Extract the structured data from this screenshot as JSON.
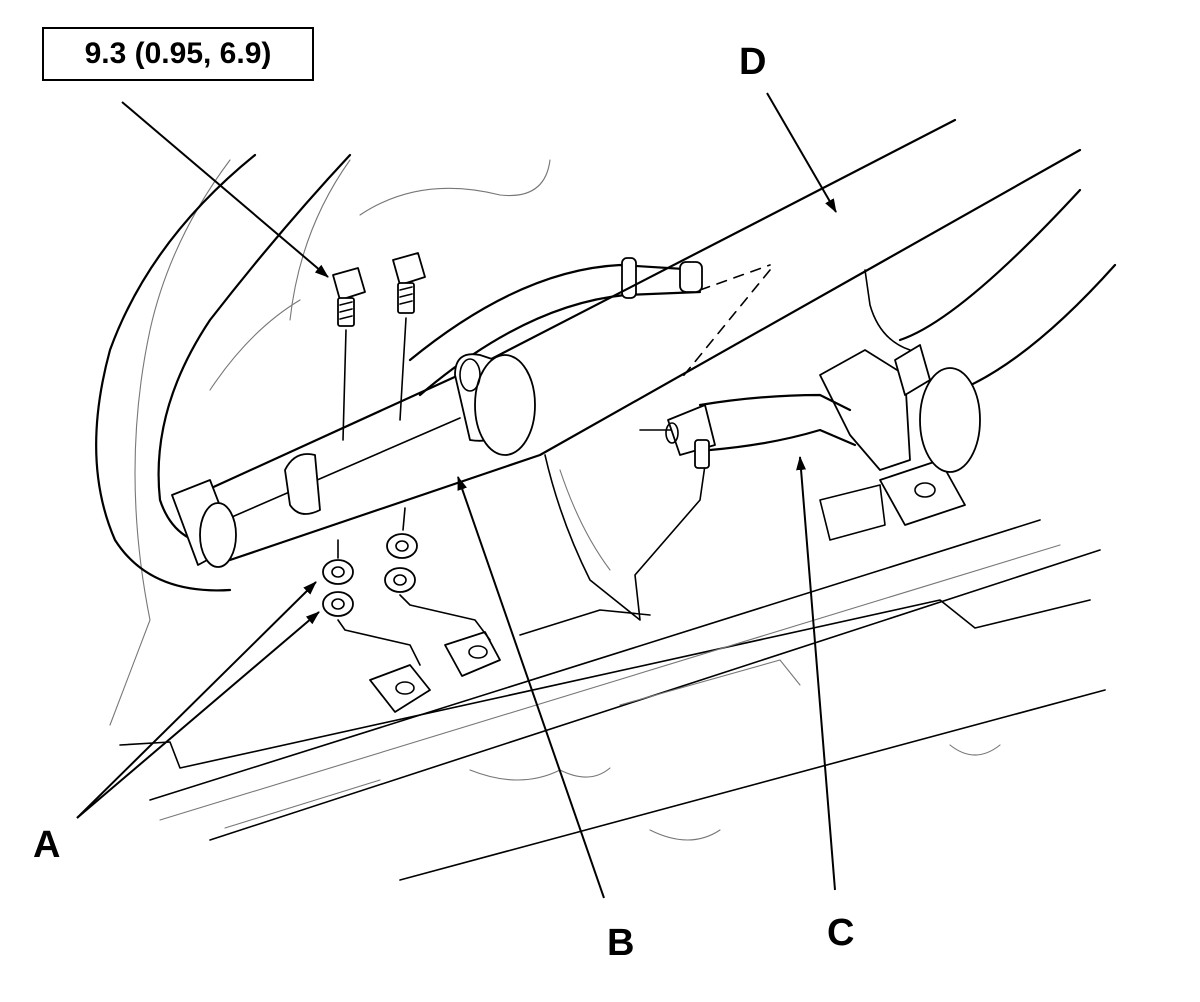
{
  "torque_spec": "9.3 (0.95, 6.9)",
  "callouts": {
    "a": "A",
    "b": "B",
    "c": "C",
    "d": "D"
  }
}
